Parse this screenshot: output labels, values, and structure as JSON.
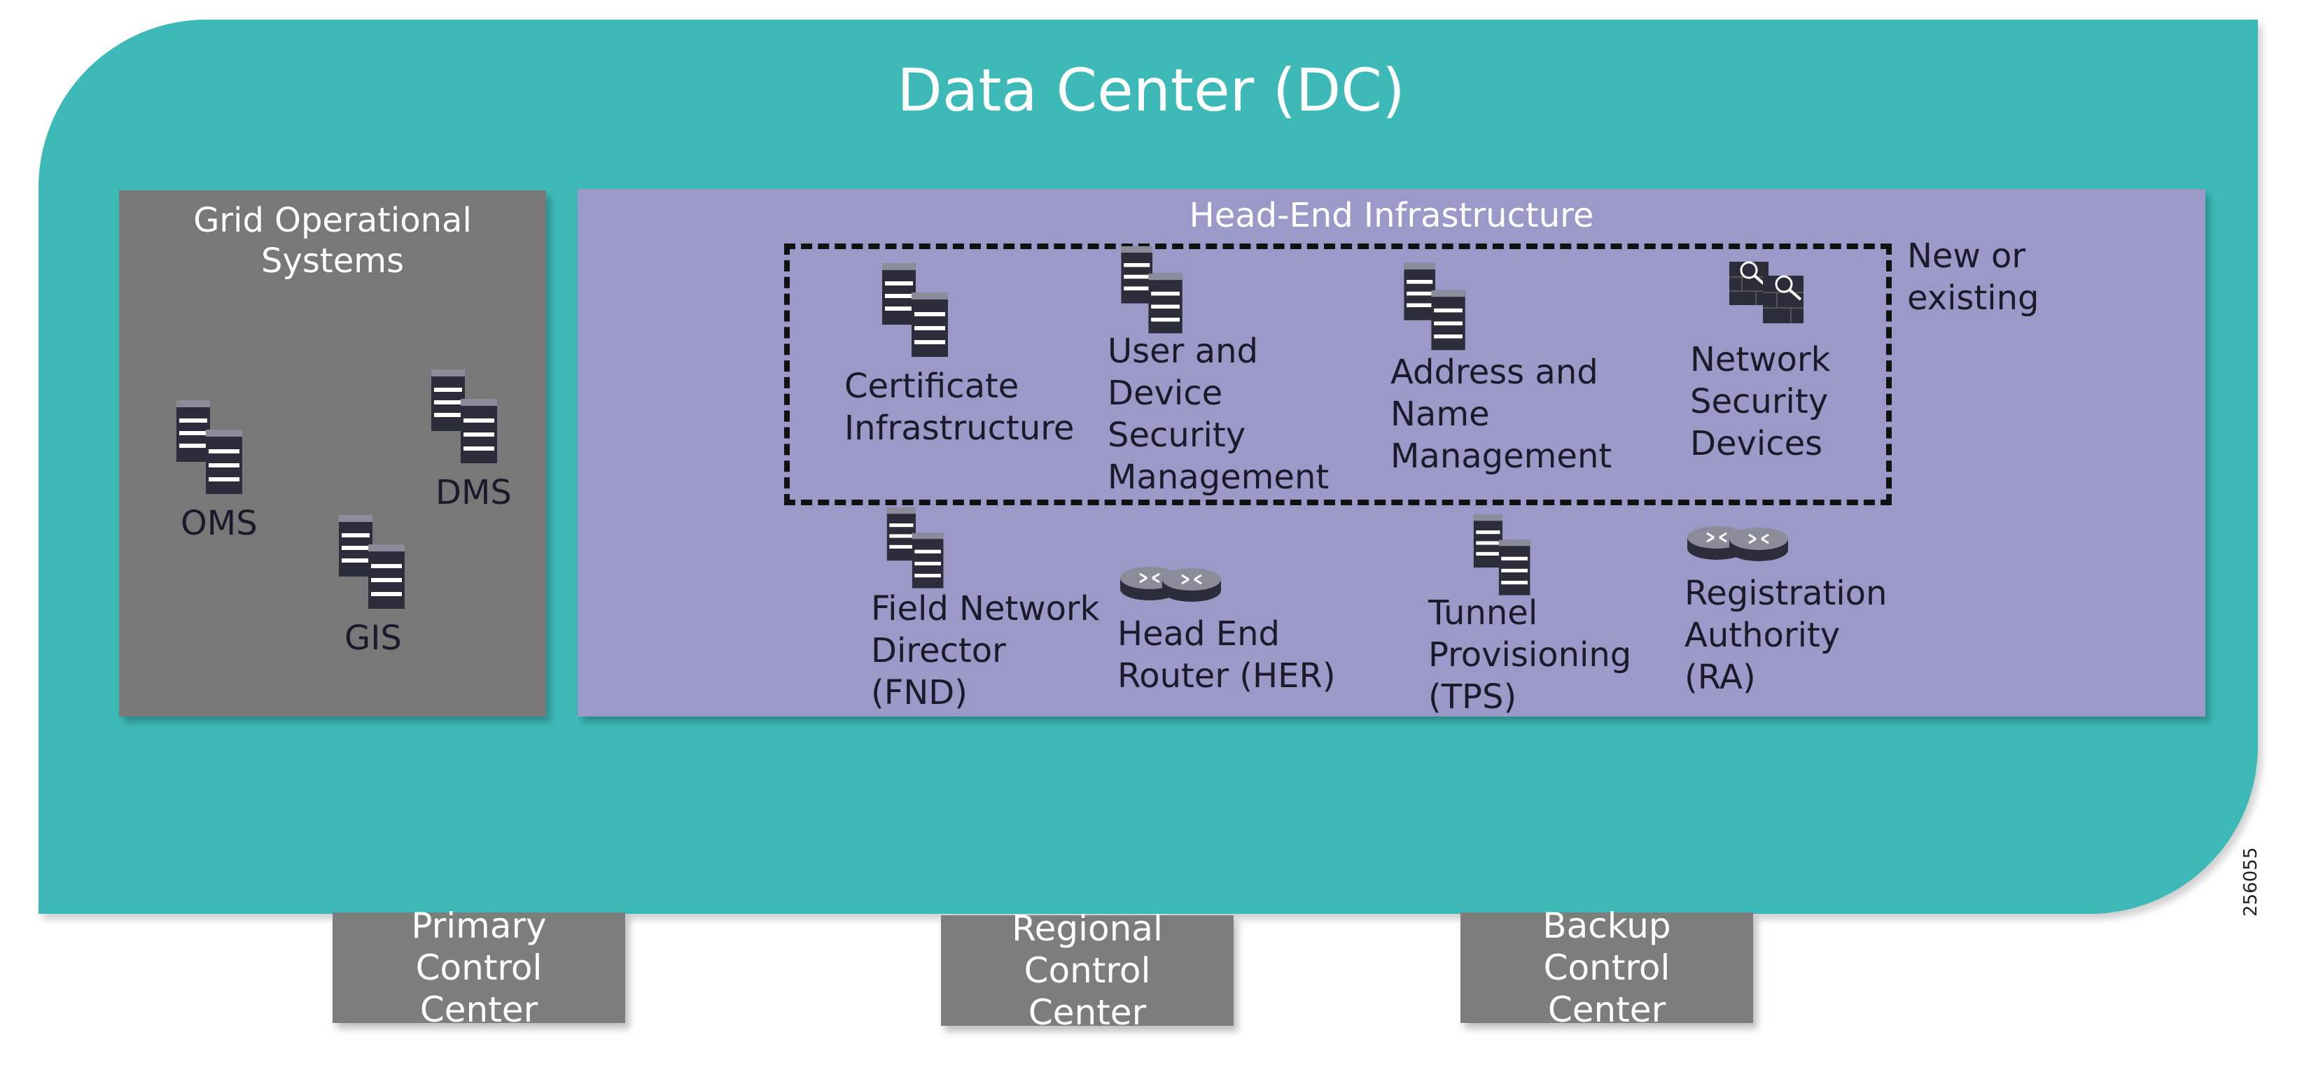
{
  "data_center": {
    "title": "Data Center (DC)"
  },
  "grid_operational_systems": {
    "title": "Grid Operational Systems",
    "items": [
      {
        "label": "OMS",
        "icon": "server-stack-icon"
      },
      {
        "label": "DMS",
        "icon": "server-stack-icon"
      },
      {
        "label": "GIS",
        "icon": "server-stack-icon"
      }
    ]
  },
  "head_end_infrastructure": {
    "title": "Head-End Infrastructure",
    "annotation": "New or existing",
    "grouped_items": [
      {
        "label": "Certificate Infrastructure",
        "icon": "server-stack-icon"
      },
      {
        "label": "User and Device Security Management",
        "icon": "server-stack-icon"
      },
      {
        "label": "Address and Name Management",
        "icon": "server-stack-icon"
      },
      {
        "label": "Network Security Devices",
        "icon": "firewall-icon"
      }
    ],
    "other_items": [
      {
        "label": "Field Network Director (FND)",
        "icon": "server-stack-icon"
      },
      {
        "label": "Head End Router (HER)",
        "icon": "router-icon"
      },
      {
        "label": "Tunnel Provisioning (TPS)",
        "icon": "server-stack-icon"
      },
      {
        "label": "Registration Authority (RA)",
        "icon": "router-icon"
      }
    ]
  },
  "control_centers": [
    {
      "label": "Primary Control Center"
    },
    {
      "label": "Regional Control Center"
    },
    {
      "label": "Backup Control Center"
    }
  ],
  "figure_number": "256055",
  "colors": {
    "data_center": "#3dbab8",
    "grid_panel": "#787878",
    "head_end_panel": "#9a99c8",
    "control_center": "#7d7d7d"
  }
}
